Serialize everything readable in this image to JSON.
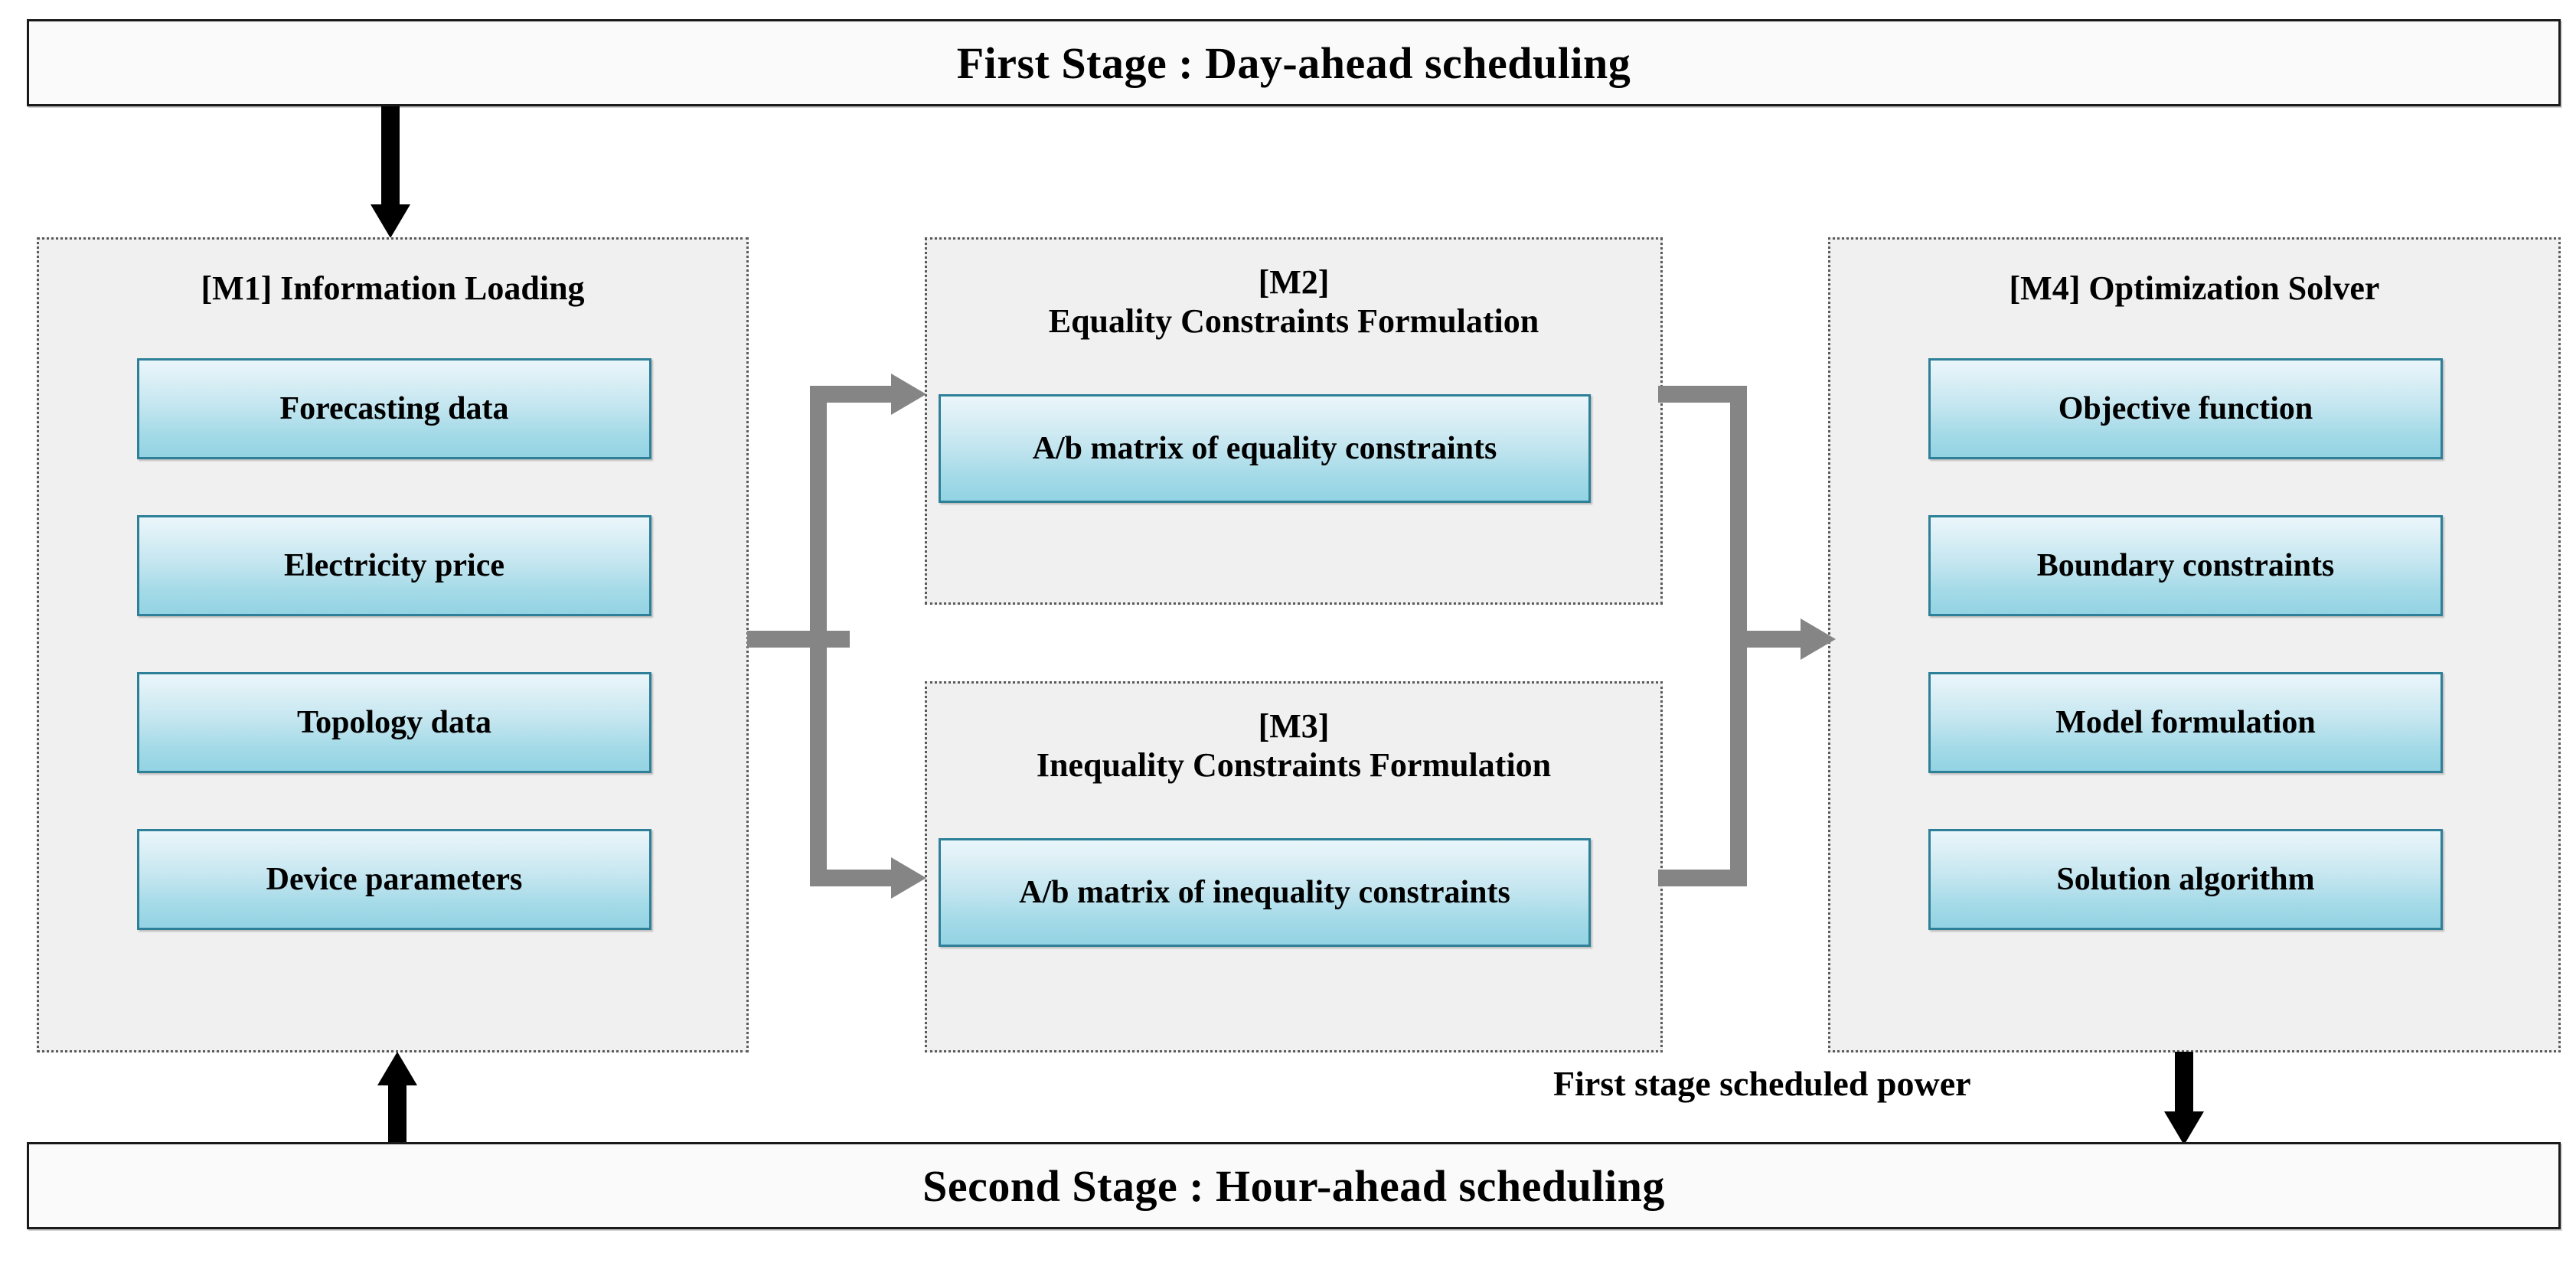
{
  "diagram": {
    "title_top": "First Stage : Day-ahead scheduling",
    "title_bottom": "Second Stage : Hour-ahead scheduling",
    "edge_label": "First stage scheduled power",
    "colors": {
      "panel_fill": "#f0f0f0",
      "panel_border": "#5a5a5a",
      "box_border": "#2e8098",
      "box_gradient_top": "#eaf6fa",
      "box_gradient_bottom": "#93d3e3",
      "connector": "#858585",
      "banner_border": "#1a1a1a",
      "banner_fill": "#fafafa",
      "text": "#000000"
    }
  },
  "modules": {
    "m1": {
      "title_line1": "[M1] Information Loading",
      "title_line2": "",
      "items": [
        {
          "label": "Forecasting data"
        },
        {
          "label": "Electricity price"
        },
        {
          "label": "Topology data"
        },
        {
          "label": "Device parameters"
        }
      ]
    },
    "m2": {
      "title_line1": "[M2]",
      "title_line2": "Equality Constraints Formulation",
      "items": [
        {
          "label": "A/b matrix of equality constraints"
        }
      ]
    },
    "m3": {
      "title_line1": "[M3]",
      "title_line2": "Inequality Constraints Formulation",
      "items": [
        {
          "label": "A/b matrix of inequality constraints"
        }
      ]
    },
    "m4": {
      "title_line1": "[M4] Optimization Solver",
      "title_line2": "",
      "items": [
        {
          "label": "Objective function"
        },
        {
          "label": "Boundary constraints"
        },
        {
          "label": "Model formulation"
        },
        {
          "label": "Solution algorithm"
        }
      ]
    }
  }
}
